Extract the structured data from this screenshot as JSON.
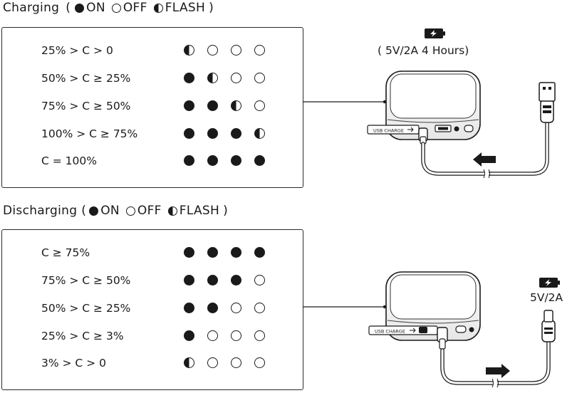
{
  "charging": {
    "title": "Charging",
    "legend": {
      "open": "(",
      "on": "ON",
      "off": "OFF",
      "flash": "FLASH",
      "close": ")"
    },
    "rows": [
      {
        "label": "25% > C > 0",
        "states": [
          "flash",
          "off",
          "off",
          "off"
        ]
      },
      {
        "label": "50% > C ≥ 25%",
        "states": [
          "on",
          "flash",
          "off",
          "off"
        ]
      },
      {
        "label": "75% > C ≥ 50%",
        "states": [
          "on",
          "on",
          "flash",
          "off"
        ]
      },
      {
        "label": "100% > C ≥ 75%",
        "states": [
          "on",
          "on",
          "on",
          "flash"
        ]
      },
      {
        "label": "C = 100%",
        "states": [
          "on",
          "on",
          "on",
          "on"
        ]
      }
    ],
    "spec": "( 5V/2A   4 Hours)",
    "device_port_label": "USB CHARGE",
    "icons": [
      "battery-charging-icon",
      "usb-a-plug-icon",
      "arrow-left-icon"
    ]
  },
  "discharging": {
    "title": "Discharging",
    "legend": {
      "open": "(",
      "on": "ON",
      "off": "OFF",
      "flash": "FLASH",
      "close": ")"
    },
    "rows": [
      {
        "label": "C ≥ 75%",
        "states": [
          "on",
          "on",
          "on",
          "on"
        ]
      },
      {
        "label": "75% > C ≥ 50%",
        "states": [
          "on",
          "on",
          "on",
          "off"
        ]
      },
      {
        "label": "50% > C ≥ 25%",
        "states": [
          "on",
          "on",
          "off",
          "off"
        ]
      },
      {
        "label": "25% > C ≥ 3%",
        "states": [
          "on",
          "off",
          "off",
          "off"
        ]
      },
      {
        "label": "3% > C > 0",
        "states": [
          "flash",
          "off",
          "off",
          "off"
        ]
      }
    ],
    "spec": "5V/2A",
    "device_port_label": "USB CHARGE",
    "icons": [
      "battery-charging-icon",
      "usb-c-plug-icon",
      "arrow-right-icon"
    ]
  },
  "colors": {
    "ink": "#1a1a1a",
    "background": "#ffffff"
  }
}
